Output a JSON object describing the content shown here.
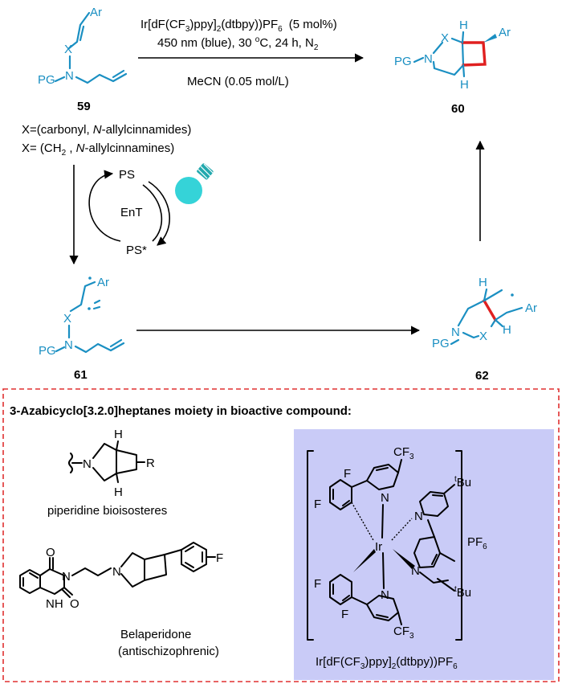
{
  "reaction": {
    "catalyst_pre": "Ir[dF(CF",
    "catalyst_sub1": "3",
    "catalyst_mid": ")ppy]",
    "catalyst_sub2": "2",
    "catalyst_post": "(dtbpy))PF",
    "catalyst_sub3": "6",
    "catalyst_loading": "(5 mol%)",
    "conditions_pre": "450 nm (blue), 30 ",
    "conditions_deg": "o",
    "conditions_post": "C, 24 h, N",
    "conditions_sub": "2",
    "solvent": "MeCN (0.05 mol/L)"
  },
  "compounds": {
    "c59": "59",
    "c60": "60",
    "c61": "61",
    "c62": "62"
  },
  "atoms": {
    "ar": "Ar",
    "pg": "PG",
    "n": "N",
    "x": "X",
    "h": "H",
    "r": "R",
    "f": "F",
    "o": "O",
    "nh": "NH",
    "ir": "Ir",
    "cf": "CF",
    "three": "3",
    "tbu_sup": "t",
    "tbu": "Bu",
    "pf": "PF",
    "six": "6"
  },
  "substrate_note": {
    "line1_pre": "X=(carbonyl, ",
    "line1_it": "N",
    "line1_post": "-allylcinnamides)",
    "line2_pre": "X= (CH",
    "line2_sub": "2",
    "line2_mid": " , ",
    "line2_it": "N",
    "line2_post": "-allylcinnamines)"
  },
  "cycle": {
    "ps": "PS",
    "ps_star": "PS*",
    "ent": "EnT"
  },
  "box": {
    "title": "3-Azabicyclo[3.2.0]heptanes moiety in bioactive compound:",
    "label_bioisosteres": "piperidine bioisosteres",
    "label_belaperidone": "Belaperidone",
    "label_antischizo": "(antischizophrenic)",
    "complex_pre": "Ir[dF(CF",
    "complex_sub1": "3",
    "complex_mid": ")ppy]",
    "complex_sub2": "2",
    "complex_post": "(dtbpy))PF",
    "complex_sub3": "6"
  },
  "colors": {
    "structure_blue": "#1a8fc2",
    "new_bond_red": "#e02020",
    "box_border_red": "#e03030",
    "complex_panel": "#c9cbf7",
    "bulb_cyan": "#35d3d8"
  }
}
